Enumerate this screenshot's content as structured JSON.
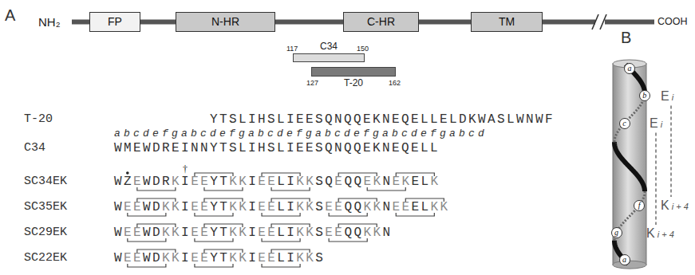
{
  "diagram": {
    "nodes": [
      {
        "text": [
          "FP"
        ]
      },
      {
        "text": [
          "N-HR"
        ]
      },
      {
        "text": [
          "C-HR"
        ]
      },
      {
        "text": [
          "TM"
        ]
      },
      {
        "text": [
          "C34"
        ]
      },
      {
        "text": [
          "T-20"
        ]
      },
      {
        "text": [
          "a"
        ]
      },
      {
        "text": [
          "b"
        ]
      },
      {
        "text": [
          "c"
        ]
      },
      {
        "text": [
          "f"
        ]
      },
      {
        "text": [
          "g"
        ]
      },
      {
        "text": [
          "a"
        ]
      }
    ],
    "labels": [
      "A",
      "NH₂",
      "COOH",
      "117",
      "150",
      "127",
      "162",
      "T-20",
      "YTSLIHSLIEESQNQQEKNEQELLELDKWASLWNWF",
      "abcdefgabcdefgabcdefgabcdefgabcdefgabcd",
      "C34",
      "WMEWDREINNYTSLIHSLIEESQNQQEKNEQELL",
      "SC34EK",
      "†",
      "WZEWDRKIEEYTKKIEELIKKSQEQQEKNEKELK",
      "SC35EK",
      "WEEWDKKIEEYTKKIEELIKKSEEQQKKNEEELKK",
      "SC29EK",
      "WEEWDKKIEEYTKKIEELIKKSEEQQKKN",
      "SC22EK",
      "WEEWDKKIEEYTKKIEELIKKS",
      "B",
      "E i",
      "E i",
      "K i + 4",
      "K i + 4"
    ]
  }
}
